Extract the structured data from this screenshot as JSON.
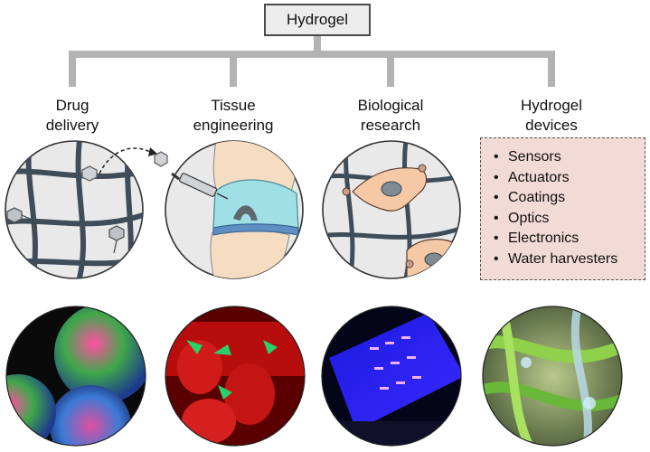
{
  "root": {
    "label": "Hydrogel"
  },
  "categories": [
    {
      "line1": "Drug",
      "line2": "delivery"
    },
    {
      "line1": "Tissue",
      "line2": "engineering"
    },
    {
      "line1": "Biological",
      "line2": "research"
    },
    {
      "line1": "Hydrogel",
      "line2": "devices"
    }
  ],
  "devices": {
    "items": [
      "Sensors",
      "Actuators",
      "Coatings",
      "Optics",
      "Electronics",
      "Water harvesters"
    ]
  },
  "colors": {
    "connector": "#b3b3b3",
    "network_fiber": "#3f4c5a",
    "cell": "#f6c9a6",
    "device_box": "#f2dad7",
    "gel_teal": "#9fe0e6"
  },
  "icons": {
    "drug": "hexagon-icon",
    "tissue": "syringe-icon",
    "research": "cell-icon"
  }
}
